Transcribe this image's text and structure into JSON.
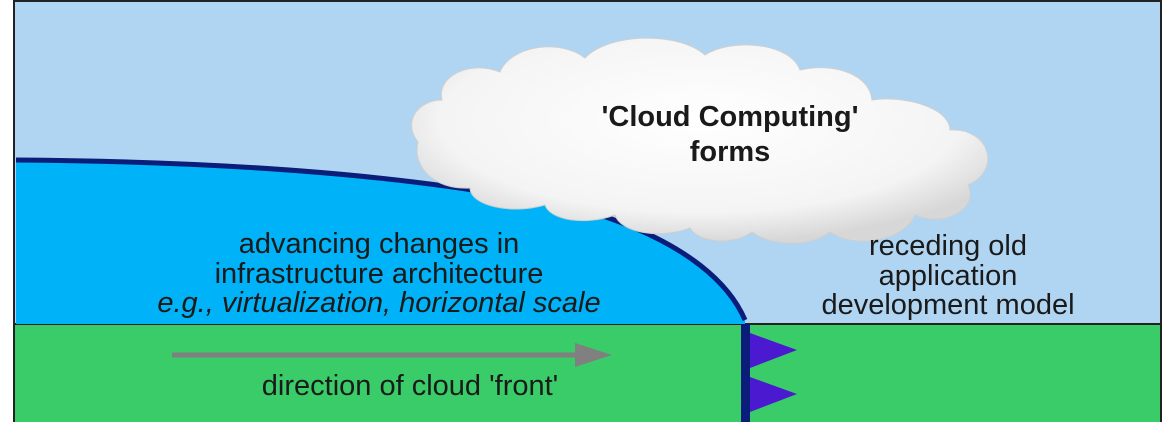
{
  "cloud": {
    "title_line1": "'Cloud Computing'",
    "title_line2": "forms"
  },
  "advancing": {
    "line1": "advancing changes in",
    "line2": "infrastructure architecture",
    "line3": "e.g., virtualization, horizontal scale"
  },
  "receding": {
    "line1": "receding old",
    "line2": "application",
    "line3": "development model"
  },
  "direction": {
    "label": "direction of cloud 'front'"
  },
  "colors": {
    "sky": "#b0d5f2",
    "front_fill": "#00b2f7",
    "front_edge": "#0a1d7a",
    "ground": "#3acc68",
    "arrow": "#808080",
    "flags": "#4b19d0",
    "cloud": "#ffffff"
  }
}
